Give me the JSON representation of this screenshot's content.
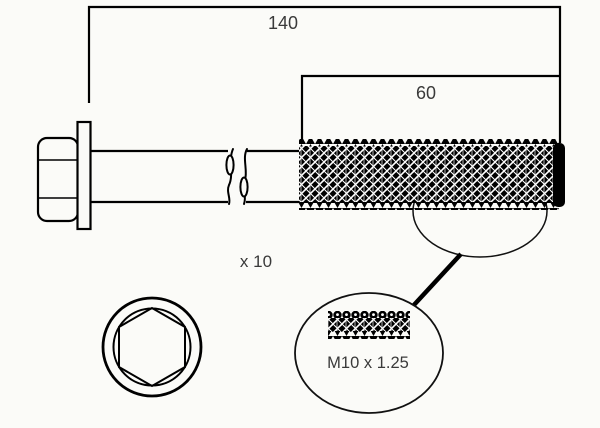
{
  "labels": {
    "overall_length": "140",
    "thread_length": "60",
    "quantity": "x 10",
    "thread_spec": "M10 x 1.25"
  },
  "colors": {
    "line": "#000000",
    "text": "#3a3a3a",
    "background": "#fbfbf8"
  }
}
